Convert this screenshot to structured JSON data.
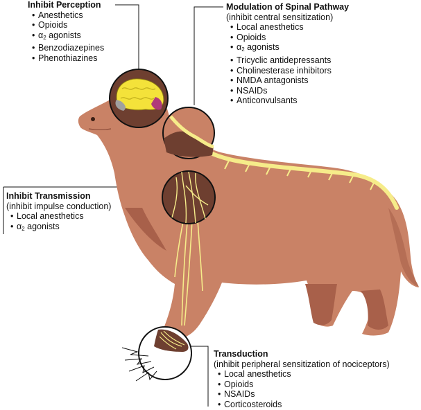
{
  "inhibit_perception": {
    "title": "Inhibit Perception",
    "items": [
      "Anesthetics",
      "Opioids",
      "α2 agonists",
      "Benzodiazepines",
      "Phenothiazines"
    ]
  },
  "modulation": {
    "title": "Modulation of Spinal Pathway",
    "subtitle": "(inhibit central sensitization)",
    "items": [
      "Local anesthetics",
      "Opioids",
      "α2 agonists",
      "Tricyclic antidepressants",
      "Cholinesterase inhibitors",
      "NMDA antagonists",
      "NSAIDs",
      "Anticonvulsants"
    ]
  },
  "transmission": {
    "title": "Inhibit Transmission",
    "subtitle": "(inhibit impulse conduction)",
    "items": [
      "Local anesthetics",
      "α2 agonists"
    ]
  },
  "transduction": {
    "title": "Transduction",
    "subtitle": "(inhibit peripheral sensitization of nociceptors)",
    "items": [
      "Local anesthetics",
      "Opioids",
      "NSAIDs",
      "Corticosteroids"
    ]
  },
  "colors": {
    "dog_body": "#c98266",
    "dog_shadow": "#a8604a",
    "inset_bg": "#6e3f30",
    "nerve": "#f6ec8a",
    "brain": "#f4e23a",
    "brain_accent": "#b03a7a"
  }
}
